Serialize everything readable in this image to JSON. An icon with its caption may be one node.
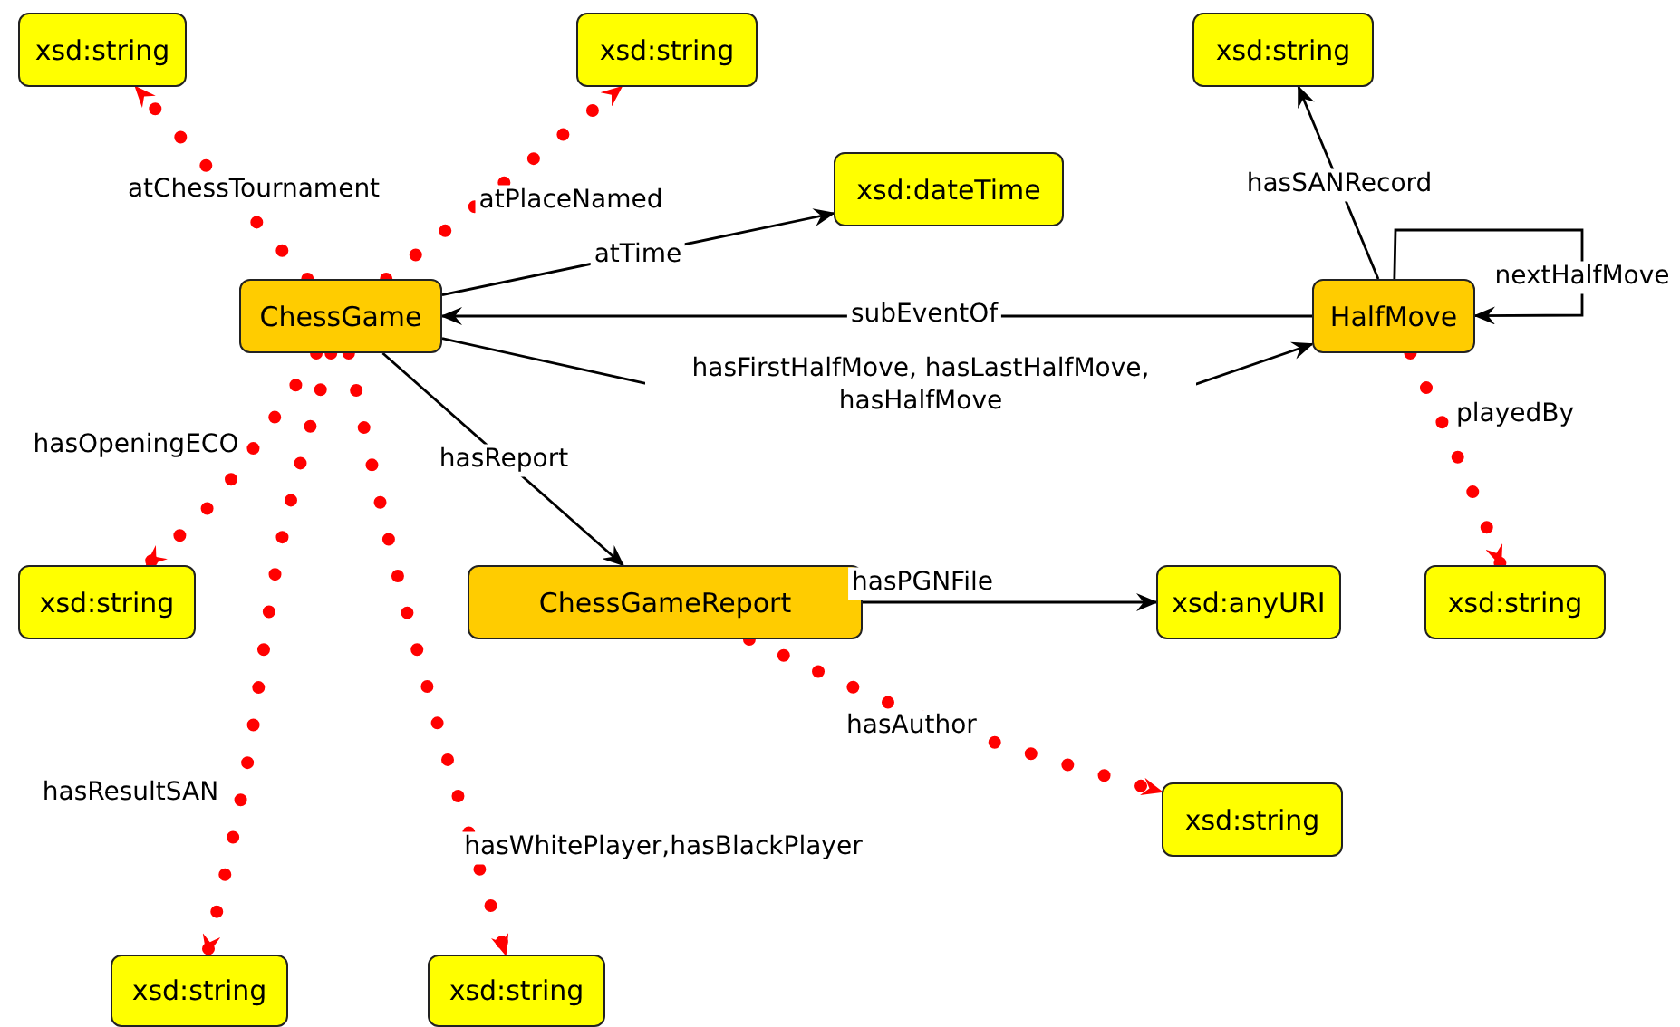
{
  "diagram": {
    "nodes": [
      {
        "text": [
          "xsd:string"
        ]
      },
      {
        "text": [
          "xsd:string"
        ]
      },
      {
        "text": [
          "xsd:string"
        ]
      },
      {
        "text": [
          "xsd:dateTime"
        ]
      },
      {
        "text": [
          "ChessGame"
        ]
      },
      {
        "text": [
          "HalfMove"
        ]
      },
      {
        "text": [
          "xsd:string"
        ]
      },
      {
        "text": [
          "ChessGameReport"
        ]
      },
      {
        "text": [
          "xsd:anyURI"
        ]
      },
      {
        "text": [
          "xsd:string"
        ]
      },
      {
        "text": [
          "xsd:string"
        ]
      },
      {
        "text": [
          "xsd:string"
        ]
      },
      {
        "text": [
          "xsd:string"
        ]
      }
    ],
    "edges": [
      {
        "from": 4,
        "to": 0,
        "arrow": "to",
        "label": "atChessTournament",
        "style": "dashed",
        "color": "#ff0000"
      },
      {
        "from": 4,
        "to": 1,
        "arrow": "to",
        "label": "atPlaceNamed",
        "style": "dashed",
        "color": "#ff0000"
      },
      {
        "from": 4,
        "to": 3,
        "arrow": "to",
        "label": "atTime",
        "color": "#000000"
      },
      {
        "from": 5,
        "to": 4,
        "arrow": "to",
        "label": "subEventOf",
        "color": "#000000"
      },
      {
        "from": 4,
        "to": 5,
        "arrow": "to",
        "label": "hasFirstHalfMove, hasLastHalfMove, hasHalfMove",
        "color": "#000000"
      },
      {
        "from": 4,
        "to": 7,
        "arrow": "to",
        "label": "hasReport",
        "color": "#000000"
      },
      {
        "from": 5,
        "to": 2,
        "arrow": "to",
        "label": "hasSANRecord",
        "color": "#000000"
      },
      {
        "from": 5,
        "to": 5,
        "arrow": "to",
        "label": "nextHalfMove",
        "color": "#000000"
      },
      {
        "from": 4,
        "to": 6,
        "arrow": "to",
        "label": "hasOpeningECO",
        "style": "dashed",
        "color": "#ff0000"
      },
      {
        "from": 4,
        "to": 11,
        "arrow": "to",
        "label": "hasResultSAN",
        "style": "dashed",
        "color": "#ff0000"
      },
      {
        "from": 4,
        "to": 12,
        "arrow": "to",
        "label": "hasWhitePlayer,hasBlackPlayer",
        "style": "dashed",
        "color": "#ff0000"
      },
      {
        "from": 7,
        "to": 8,
        "arrow": "to",
        "label": "hasPGNFile",
        "color": "#000000"
      },
      {
        "from": 7,
        "to": 10,
        "arrow": "to",
        "label": "hasAuthor",
        "style": "dashed",
        "color": "#ff0000"
      },
      {
        "from": 5,
        "to": 9,
        "arrow": "to",
        "label": "playedBy",
        "style": "dashed",
        "color": "#ff0000"
      }
    ]
  }
}
